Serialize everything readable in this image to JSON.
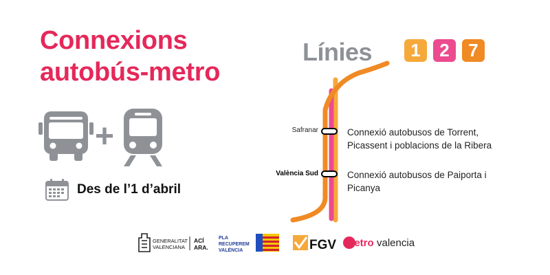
{
  "title": {
    "line1": "Connexions",
    "line2": "autobús-metro"
  },
  "plus_sign": "+",
  "date_text": "Des de l’1 d’abril",
  "lines": {
    "title": "Línies",
    "badges": [
      {
        "label": "1",
        "color": "#f6a93b"
      },
      {
        "label": "2",
        "color": "#ec4b8f"
      },
      {
        "label": "7",
        "color": "#f08a24"
      }
    ]
  },
  "stations": [
    {
      "name": "Safranar",
      "connection_line1": "Connexió autobusos de Torrent,",
      "connection_line2": "Picassent i poblacions de la Ribera"
    },
    {
      "name": "València Sud",
      "connection_line1": "Connexió autobusos de Paiporta i",
      "connection_line2": "Picanya"
    }
  ],
  "logos": {
    "generalitat_line1": "GENERALITAT",
    "generalitat_line2": "VALENCIANA",
    "aci_line1": "ACÍ",
    "aci_line2": "ARA.",
    "pla_line1": "PLA",
    "pla_line2": "RECUPEREM",
    "pla_line3": "VALÈNCIA",
    "fgv": "FGV",
    "metro_bold": "metro",
    "metro_light": "valencia"
  },
  "colors": {
    "title": "#e5285a",
    "line1": "#f6a93b",
    "line2": "#ec4b8f",
    "line7": "#f08a24",
    "icon_grey": "#8e9297"
  },
  "icons": [
    "bus-icon",
    "train-icon",
    "calendar-icon"
  ]
}
